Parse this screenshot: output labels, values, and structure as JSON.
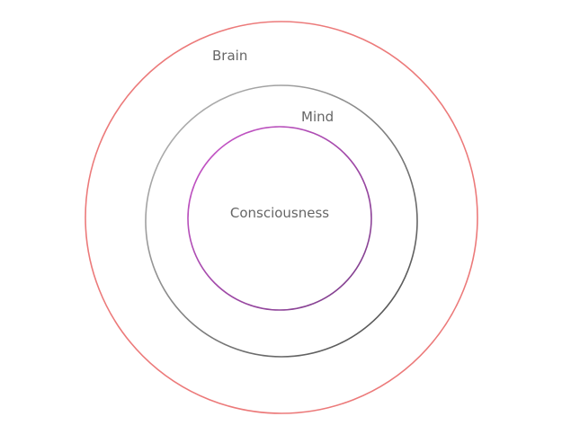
{
  "diagram": {
    "type": "nested-circles",
    "rings": [
      {
        "id": "outer",
        "label": "Brain",
        "color": "#ec7a7a",
        "gradient_end": "#ec7a7a"
      },
      {
        "id": "middle",
        "label": "Mind",
        "color": "#bcbcbc",
        "gradient_end": "#4a4a4a"
      },
      {
        "id": "inner",
        "label": "Consciousness",
        "color": "#cc55cc",
        "gradient_end": "#7a3f88"
      }
    ],
    "label_color": "#666666"
  }
}
